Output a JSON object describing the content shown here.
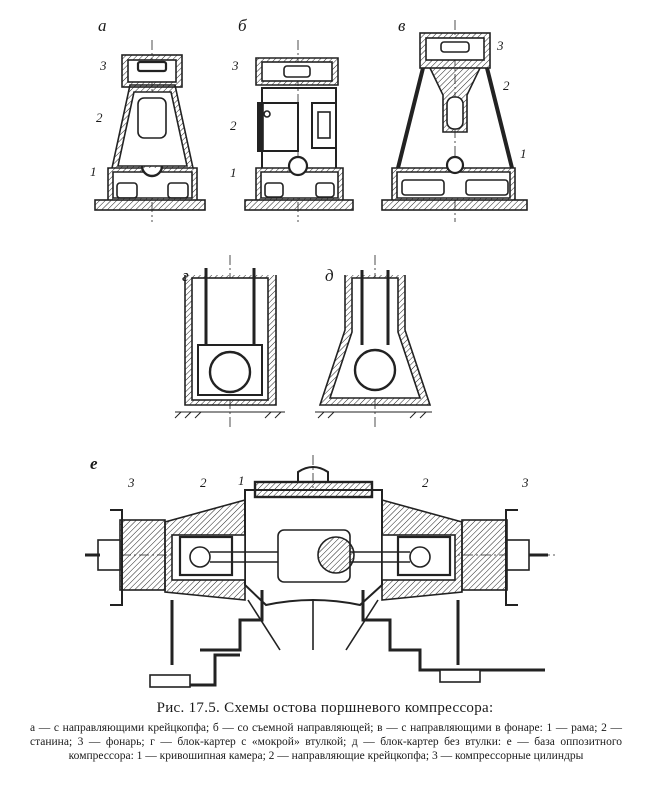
{
  "figure": {
    "panel_labels": {
      "a": "а",
      "b": "б",
      "v": "в",
      "g": "г",
      "d": "д",
      "e": "е"
    },
    "part_numbers": {
      "one": "1",
      "two": "2",
      "three": "3"
    }
  },
  "caption": {
    "title": "Рис. 17.5. Схемы остова поршневого компрессора:",
    "text": "а — с направляющими крейцкопфа; б — со съемной направляющей; в — с направляющими в фонаре: 1 — рама; 2 — станина; 3 — фонарь; г — блок-картер с «мокрой» втулкой; д — блок-картер без втулки: е — база оппозитного компрессора: 1 — кривошипная камера; 2 — направляющие крейцкопфа; 3 — компрессорные цилиндры"
  }
}
